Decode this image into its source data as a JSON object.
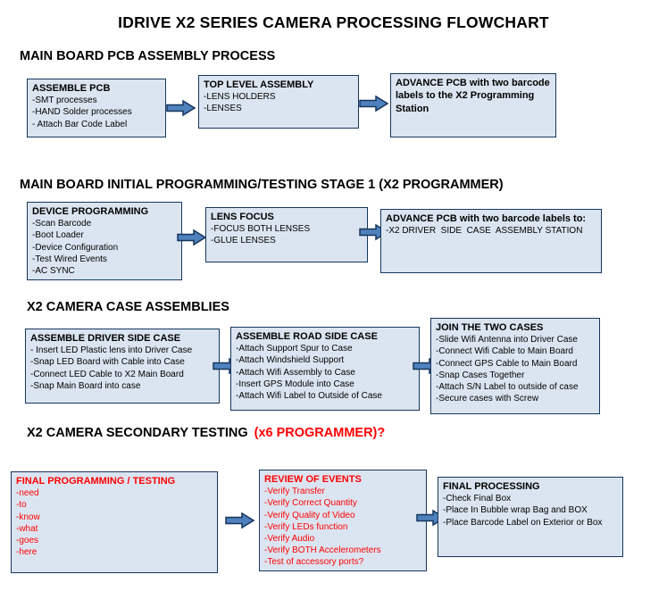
{
  "title": "IDRIVE X2  SERIES CAMERA PROCESSING FLOWCHART",
  "colors": {
    "box_fill": "#dbe5f1",
    "box_border": "#16365d",
    "arrow_fill": "#4f81bd",
    "arrow_outline": "#17365d",
    "accent_red": "#ff0000"
  },
  "sections": [
    {
      "header": "MAIN BOARD PCB ASSEMBLY PROCESS",
      "boxes": [
        {
          "title": "ASSEMBLE PCB",
          "items": [
            "-SMT processes",
            "-HAND Solder processes",
            "- Attach Bar Code Label"
          ]
        },
        {
          "title": "TOP LEVEL ASSEMBLY",
          "items": [
            "-LENS HOLDERS",
            "-LENSES"
          ]
        },
        {
          "title": "ADVANCE PCB with two barcode labels to the X2 Programming Station",
          "items": []
        }
      ]
    },
    {
      "header": "MAIN BOARD INITIAL PROGRAMMING/TESTING STAGE 1 (X2 PROGRAMMER)",
      "boxes": [
        {
          "title": "DEVICE PROGRAMMING",
          "items": [
            "-Scan Barcode",
            "-Boot Loader",
            "-Device Configuration",
            "-Test Wired Events",
            "-AC SYNC"
          ]
        },
        {
          "title": "LENS FOCUS",
          "items": [
            "-FOCUS BOTH LENSES",
            "-GLUE LENSES"
          ]
        },
        {
          "title": "ADVANCE PCB with two barcode labels to:",
          "items": [
            "-X2 DRIVER  SIDE  CASE  ASSEMBLY STATION"
          ]
        }
      ]
    },
    {
      "header": "X2 CAMERA CASE ASSEMBLIES",
      "boxes": [
        {
          "title": "ASSEMBLE DRIVER SIDE CASE",
          "items": [
            "- Insert LED Plastic lens into Driver Case",
            "-Snap LED Board with Cable into Case",
            "-Connect LED Cable to X2 Main Board",
            "-Snap Main Board into case"
          ]
        },
        {
          "title": "ASSEMBLE ROAD SIDE CASE",
          "items": [
            "-Attach Support Spur to Case",
            "-Attach Windshield Support",
            "-Attach Wifi Assembly to Case",
            "-Insert GPS Module into Case",
            "-Attach Wifi Label to Outside of Case"
          ]
        },
        {
          "title": "JOIN THE TWO CASES",
          "items": [
            "-Slide Wifi Antenna into Driver Case",
            "-Connect Wifi Cable to Main Board",
            "-Connect GPS Cable to Main Board",
            "-Snap Cases Together",
            "-Attach S/N Label to outside of case",
            "-Secure cases with Screw"
          ]
        }
      ]
    },
    {
      "header": "X2 CAMERA SECONDARY TESTING",
      "header_red": "(x6 PROGRAMMER)?",
      "boxes": [
        {
          "title": "FINAL PROGRAMMING / TESTING",
          "items": [
            "-need",
            "-to",
            "-know",
            "-what",
            "-goes",
            "-here"
          ]
        },
        {
          "title": "REVIEW OF EVENTS",
          "items": [
            "-Verify Transfer",
            "-Verify Correct Quantity",
            "-Verify Quality of Video",
            "-Verify LEDs function",
            "-Verify Audio",
            "-Verify BOTH Accelerometers",
            "-Test of accessory ports?"
          ]
        },
        {
          "title": "FINAL PROCESSING",
          "items": [
            "-Check Final Box",
            "-Place In Bubble wrap Bag and BOX",
            "-Place Barcode Label on Exterior or Box"
          ]
        }
      ]
    }
  ]
}
